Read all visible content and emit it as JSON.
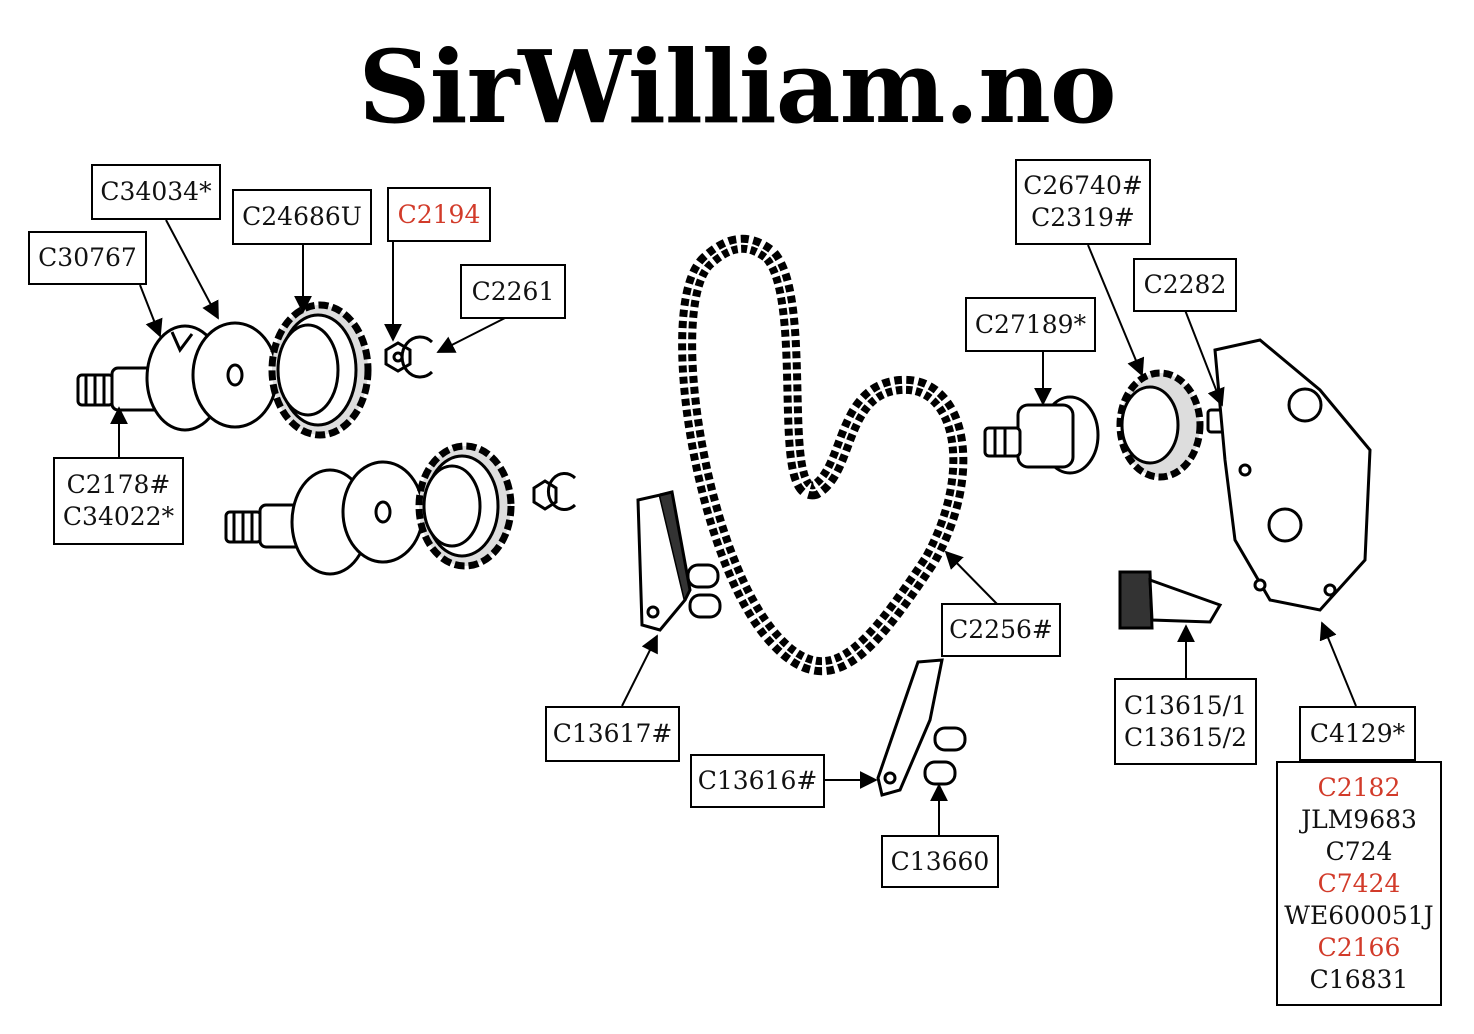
{
  "title": "SirWilliam.no",
  "colors": {
    "highlight": "#d23b2a",
    "ink": "#111111",
    "border": "#000000"
  },
  "labels": {
    "c34034": [
      "C34034*"
    ],
    "c24686u": [
      "C24686U"
    ],
    "c2194": [
      "C2194"
    ],
    "c30767": [
      "C30767"
    ],
    "c2261": [
      "C2261"
    ],
    "c2178": [
      "C2178#",
      "C34022*"
    ],
    "c26740": [
      "C26740#",
      "C2319#"
    ],
    "c2282": [
      "C2282"
    ],
    "c27189": [
      "C27189*"
    ],
    "c2256": [
      "C2256#"
    ],
    "c13617": [
      "C13617#"
    ],
    "c13616": [
      "C13616#"
    ],
    "c13660": [
      "C13660"
    ],
    "c13615": [
      "C13615/1",
      "C13615/2"
    ],
    "c4129": [
      "C4129*"
    ],
    "kit": [
      "C2182",
      "JLM9683",
      "C724",
      "C7424",
      "WE600051J",
      "C2166",
      "C16831"
    ]
  }
}
